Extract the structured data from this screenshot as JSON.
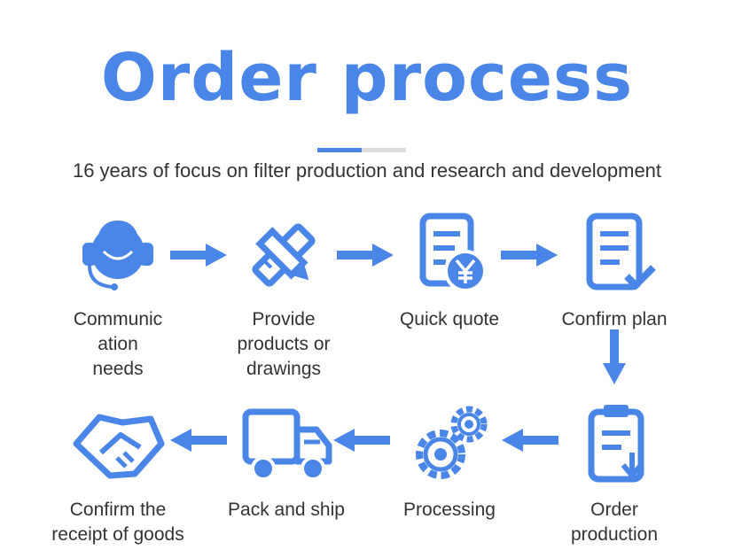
{
  "header": {
    "title": "Order process",
    "subtitle": "16 years of focus on filter production and research and development"
  },
  "colors": {
    "accent": "#4a86e8",
    "divider_gray": "#dcdcdc",
    "text": "#333333"
  },
  "steps": [
    {
      "label_lines": [
        "Communic",
        "ation",
        "needs"
      ],
      "icon": "headset-icon"
    },
    {
      "label_lines": [
        "Provide",
        "products or",
        "drawings"
      ],
      "icon": "pencil-ruler-icon"
    },
    {
      "label_lines": [
        "Quick quote"
      ],
      "icon": "yuan-document-icon"
    },
    {
      "label_lines": [
        "Confirm plan"
      ],
      "icon": "checked-document-icon"
    },
    {
      "label_lines": [
        "Order",
        "production"
      ],
      "icon": "clipboard-download-icon"
    },
    {
      "label_lines": [
        "Processing"
      ],
      "icon": "gears-icon"
    },
    {
      "label_lines": [
        "Pack and ship"
      ],
      "icon": "truck-icon"
    },
    {
      "label_lines": [
        "Confirm the",
        "receipt of goods"
      ],
      "icon": "handshake-icon"
    }
  ]
}
